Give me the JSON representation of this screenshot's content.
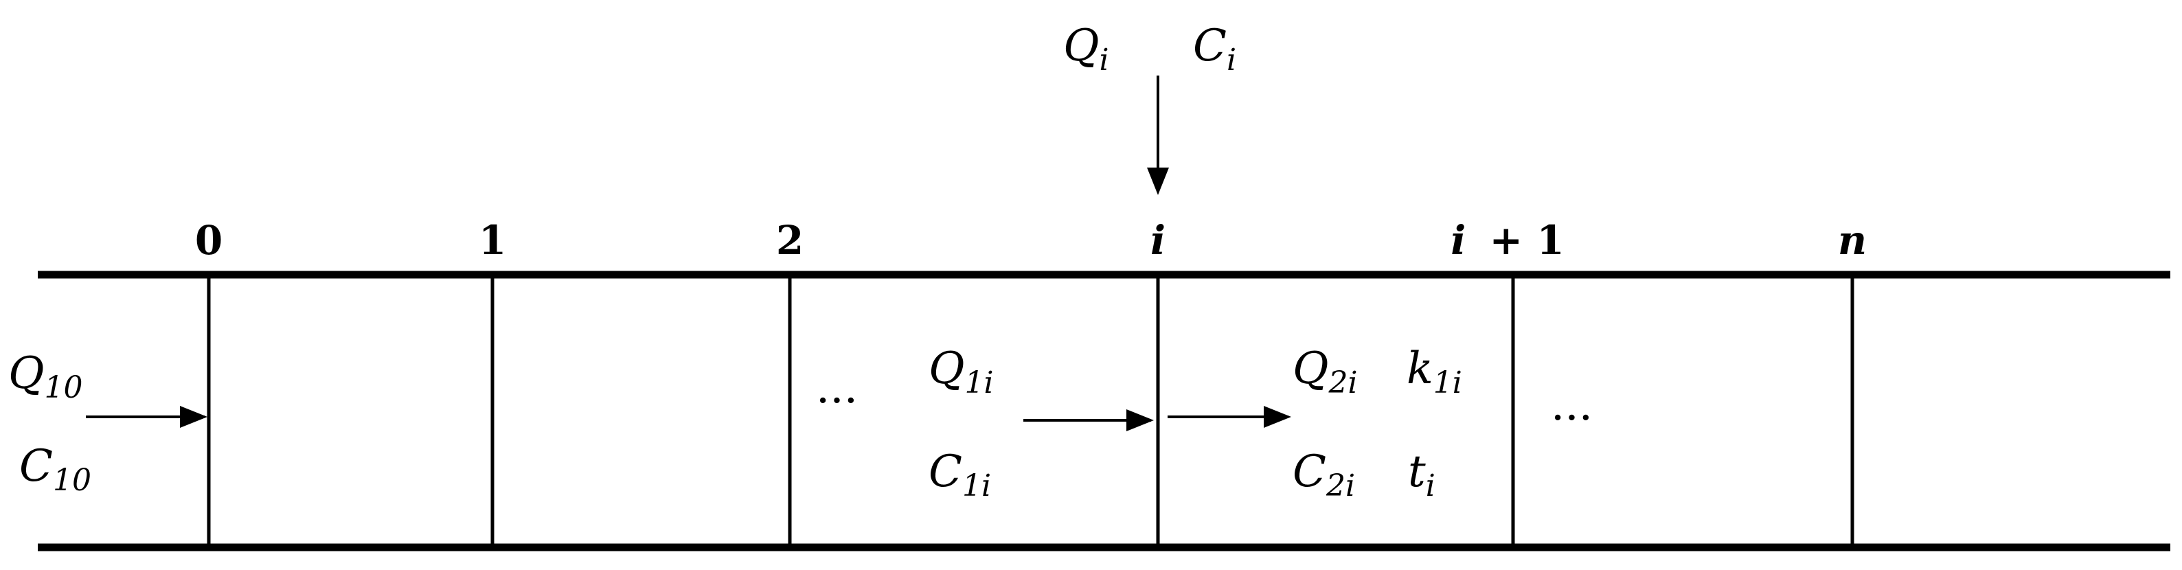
{
  "nodes": {
    "n0": "0",
    "n1": "1",
    "n2": "2",
    "ni": "i",
    "ni1_var": "i",
    "ni1_op": "+ 1",
    "nn": "n"
  },
  "inflow": {
    "q_var": "Q",
    "q_sub": "i",
    "c_var": "C",
    "c_sub": "i"
  },
  "left_boundary": {
    "q_var": "Q",
    "q_sub": "10",
    "c_var": "C",
    "c_sub": "10"
  },
  "upstream": {
    "q_var": "Q",
    "q_sub": "1i",
    "c_var": "C",
    "c_sub": "1i"
  },
  "downstream": {
    "q_var": "Q",
    "q_sub": "2i",
    "c_var": "C",
    "c_sub": "2i",
    "k_var": "k",
    "k_sub": "1i",
    "t_var": "t",
    "t_sub": "i"
  },
  "ellipsis": {
    "left": "···",
    "right": "···"
  }
}
